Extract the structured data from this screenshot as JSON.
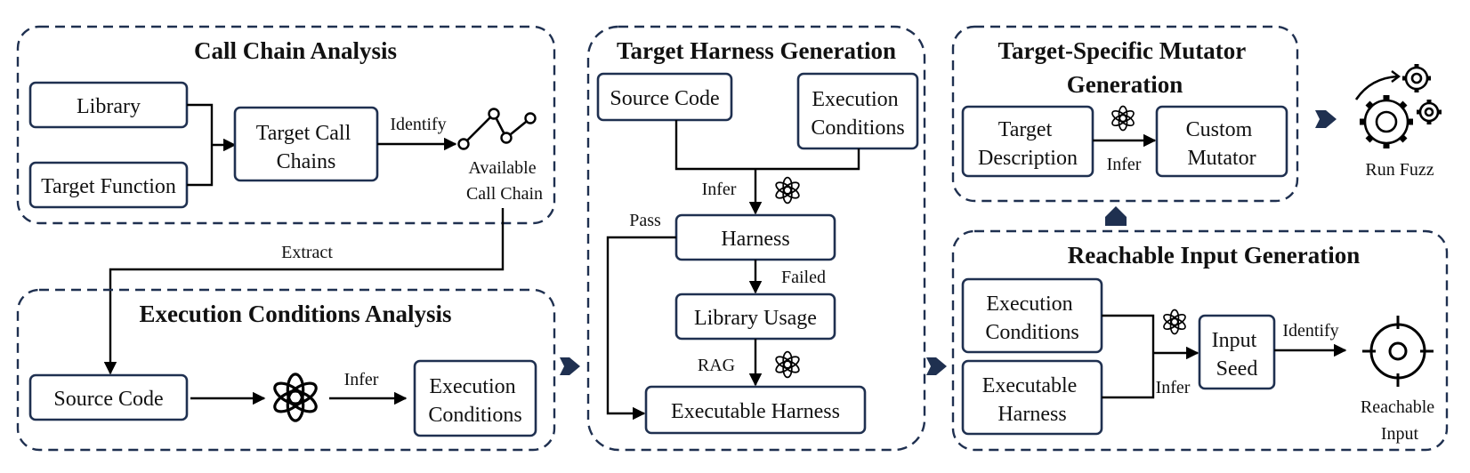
{
  "panels": {
    "call_chain": {
      "title": "Call Chain Analysis",
      "library": "Library",
      "target_function": "Target Function",
      "target_call_chains": [
        "Target Call",
        "Chains"
      ],
      "identify": "Identify",
      "available_call_chain": [
        "Available",
        "Call Chain"
      ]
    },
    "extract": "Extract",
    "exec_conditions": {
      "title": "Execution Conditions Analysis",
      "source_code": "Source Code",
      "infer": "Infer",
      "execution_conditions": [
        "Execution",
        "Conditions"
      ]
    },
    "harness": {
      "title": "Target Harness Generation",
      "source_code": "Source Code",
      "execution_conditions": [
        "Execution",
        "Conditions"
      ],
      "infer": "Infer",
      "harness": "Harness",
      "pass": "Pass",
      "failed": "Failed",
      "library_usage": "Library Usage",
      "rag": "RAG",
      "executable_harness": "Executable Harness"
    },
    "mutator": {
      "title": [
        "Target-Specific Mutator",
        "Generation"
      ],
      "target_description": [
        "Target",
        "Description"
      ],
      "infer": "Infer",
      "custom_mutator": [
        "Custom",
        "Mutator"
      ]
    },
    "run_fuzz": "Run Fuzz",
    "reachable": {
      "title": "Reachable Input Generation",
      "execution_conditions": [
        "Execution",
        "Conditions"
      ],
      "executable_harness": [
        "Executable",
        "Harness"
      ],
      "infer": "Infer",
      "input_seed": [
        "Input",
        "Seed"
      ],
      "identify": "Identify",
      "reachable_input": [
        "Reachable",
        "Input"
      ]
    }
  },
  "icons": [
    "openai-logo-icon",
    "gears-icon",
    "target-icon",
    "chain-chart-icon",
    "arrow-right-icon",
    "arrow-up-icon"
  ],
  "colors": {
    "frame": "#1f3050",
    "arrow": "#000000"
  }
}
